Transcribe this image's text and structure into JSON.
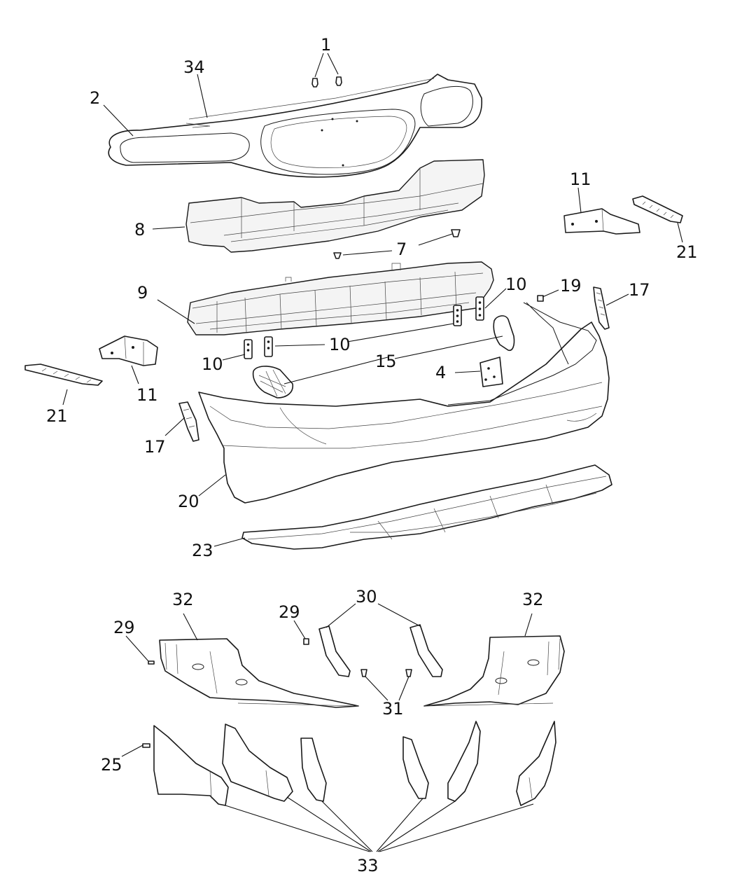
{
  "callouts": {
    "c1": "1",
    "c2": "2",
    "c34": "34",
    "c8": "8",
    "c7": "7",
    "c11_right": "11",
    "c21_right": "21",
    "c9": "9",
    "c10_a": "10",
    "c10_b": "10",
    "c10_c": "10",
    "c19": "19",
    "c17_right": "17",
    "c15": "15",
    "c4": "4",
    "c11_left": "11",
    "c21_left": "21",
    "c17_left": "17",
    "c20": "20",
    "c23": "23",
    "c32_left": "32",
    "c32_right": "32",
    "c29_left": "29",
    "c29_mid": "29",
    "c30": "30",
    "c31": "31",
    "c25": "25",
    "c33": "33"
  }
}
